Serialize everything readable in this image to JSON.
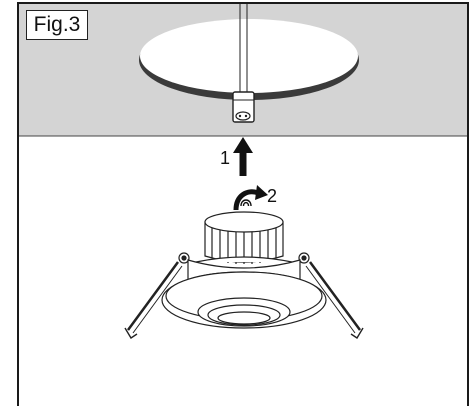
{
  "figure": {
    "label": "Fig.3",
    "steps": [
      "1",
      "2"
    ]
  },
  "colors": {
    "ceiling": "#d4d4d4",
    "outline": "#1a1a1a",
    "background": "#ffffff"
  },
  "icons": [
    "connector-plug-icon",
    "push-up-arrow-icon",
    "rotate-arrow-icon",
    "lock-symbol-icon"
  ]
}
